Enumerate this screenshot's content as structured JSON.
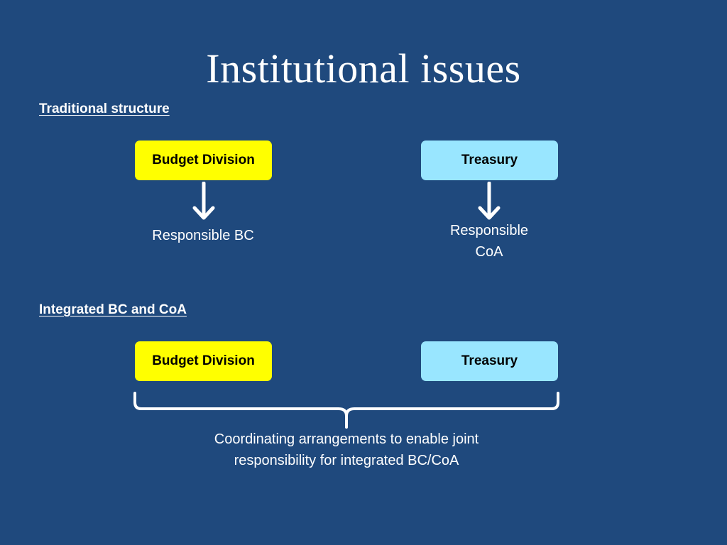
{
  "slide": {
    "title": "Institutional issues"
  },
  "traditional": {
    "heading": "Traditional structure",
    "budget_box": "Budget Division",
    "treasury_box": "Treasury",
    "budget_result": "Responsible BC",
    "treasury_result_line1": "Responsible",
    "treasury_result_line2": "CoA"
  },
  "integrated": {
    "heading": "Integrated BC and CoA",
    "budget_box": "Budget Division",
    "treasury_box": "Treasury",
    "caption_line1": "Coordinating arrangements to enable joint",
    "caption_line2": "responsibility for integrated BC/CoA"
  },
  "colors": {
    "background": "#1f497d",
    "budget_box": "#ffff00",
    "treasury_box": "#99e6ff",
    "text": "#ffffff"
  }
}
